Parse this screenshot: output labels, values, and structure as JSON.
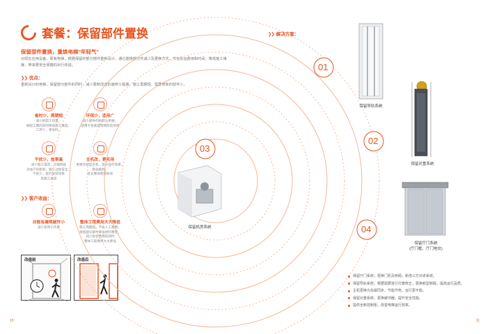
{
  "header": {
    "title": "套餐：保留部件置换",
    "subtitle": "保留部件置换，重焕电梯\"年轻气\"",
    "intro": "对现在在用设备，原有电梯，根据保留的部分部件重新设计，通过置换部分件减少及更换方式，节省拆运费用和时间，降低施工难度，带来更安全便捷的出行体验。"
  },
  "advantages": {
    "heading": "优点：",
    "text": "重新设计的电梯，保留部分部件的同时，减少更新改造的装修工程量，施工周期短、需要修复的部件少。",
    "items": [
      {
        "title": "省时少，周期短",
        "desc": "减少拆卸工作量，\n缩短工期的同时降低施工难度，\n工序少，更省时。"
      },
      {
        "title": "环保少，适用广",
        "desc": "减少部件的拆卸与更换，\n适用于各类建筑物改造项目"
      },
      {
        "title": "干扰少，效率高",
        "desc": "减少施工噪音，大幅降低\n对住户的影响，施工过程安全，\n干扰少，提升安装效率\n及施工进度"
      },
      {
        "title": "主机改，更实用",
        "desc": "更换为新型主机，提升运行效率，\n降低能耗，\n延长整体使用寿命"
      }
    ]
  },
  "benefits": {
    "heading": "客户收益：",
    "items": [
      {
        "title": "对既有建筑破坏小",
        "desc": "减少拆改工作量"
      },
      {
        "title": "整体工程费用大大降低",
        "desc": "施工周期短，节省人工费用，\n保留部分部件降低材料费用，\n减少拆装费用的同时\n整体工程费用大大降低"
      }
    ]
  },
  "compare": {
    "before_label": "改造前",
    "after_label": "改造后"
  },
  "solution": {
    "heading": "解决方案：",
    "numbers": [
      "01",
      "02",
      "03",
      "04"
    ],
    "products": [
      {
        "label": "保留导轨系统"
      },
      {
        "label": "保留对重系统"
      },
      {
        "label": "保留机房系统"
      },
      {
        "label": "保留厅门系统",
        "sub": "(厅门框、厅门地坎)"
      }
    ]
  },
  "bullets": [
    "保留厅门系统，更换门机及轿厢，新增三方对讲系统。",
    "保留导轨系统，根据需要进行打磨修正，更换新型轿厢，提高运行品质。",
    "主机更换为永磁同步，节能节电，运行更平稳。",
    "保留对重系统，更换缓冲器，提升安全性能。",
    "提供全新控制柜，改善电梯运行效率。"
  ],
  "page_left": "10",
  "page_right": "11",
  "colors": {
    "accent": "#e8531f",
    "ring": "#f2b79a"
  }
}
